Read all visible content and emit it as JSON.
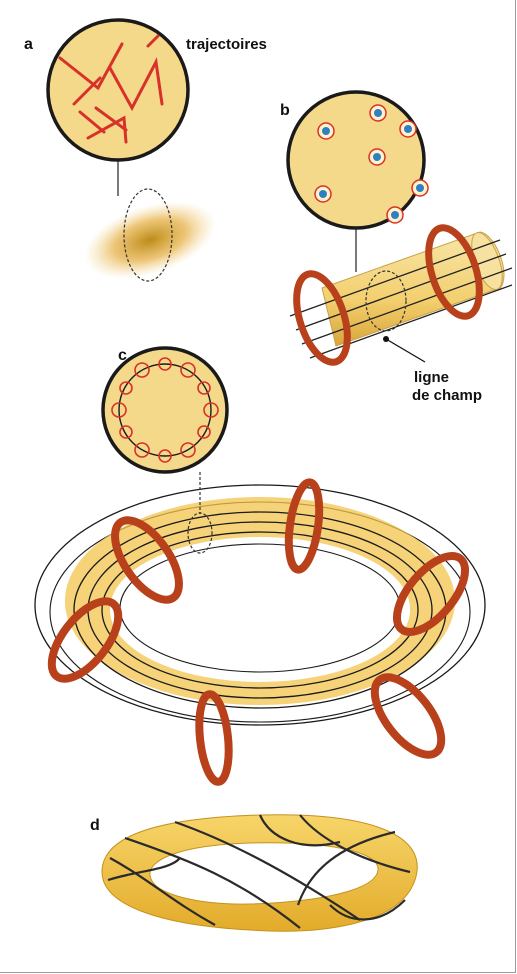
{
  "panels": {
    "a": {
      "letter": "a",
      "caption": "trajectoires"
    },
    "b": {
      "letter": "b"
    },
    "c": {
      "letter": "c"
    },
    "d": {
      "letter": "d"
    }
  },
  "field_line_label": {
    "line1": "ligne",
    "line2": "de champ"
  },
  "colors": {
    "plasma_fill": "#f5d98a",
    "plasma_tube": "#f3c34c",
    "trajectory_red": "#d8312a",
    "coil_red": "#b8411c",
    "ion_blue": "#2f7fc4",
    "outline": "#1a1a1a"
  }
}
